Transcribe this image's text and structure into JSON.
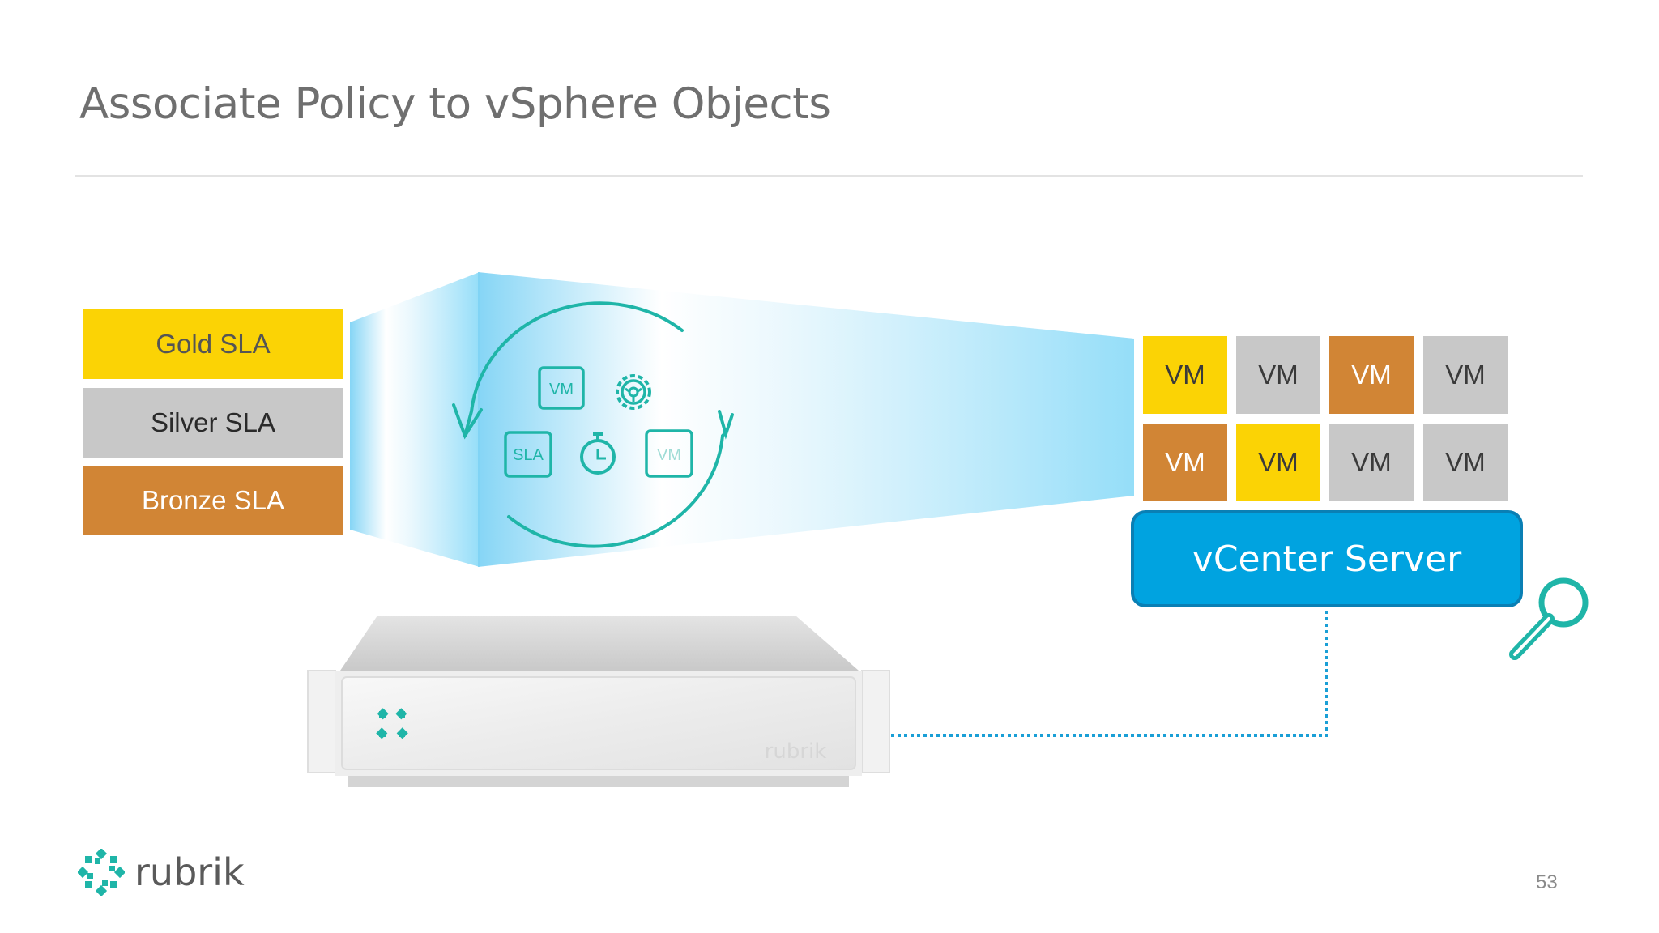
{
  "slide": {
    "title": "Associate Policy to vSphere Objects",
    "page_number": "53"
  },
  "sla_policies": [
    {
      "label": "Gold SLA",
      "color": "#fbd305"
    },
    {
      "label": "Silver SLA",
      "color": "#c8c8c8"
    },
    {
      "label": "Bronze SLA",
      "color": "#d18535"
    }
  ],
  "cycle_icons": {
    "vm_label_1": "VM",
    "sla_label": "SLA",
    "vm_label_2": "VM",
    "icons": [
      "vm-icon",
      "gear-icon",
      "sla-icon",
      "stopwatch-icon",
      "vm-icon",
      "cycle-arrows-icon"
    ]
  },
  "vm_grid": [
    [
      {
        "label": "VM",
        "tier": "gold"
      },
      {
        "label": "VM",
        "tier": "silver"
      },
      {
        "label": "VM",
        "tier": "bronze"
      },
      {
        "label": "VM",
        "tier": "silver"
      }
    ],
    [
      {
        "label": "VM",
        "tier": "bronze"
      },
      {
        "label": "VM",
        "tier": "gold"
      },
      {
        "label": "VM",
        "tier": "silver"
      },
      {
        "label": "VM",
        "tier": "silver"
      }
    ]
  ],
  "vcenter": {
    "label": "vCenter Server"
  },
  "appliance": {
    "brand_text": "rubrik"
  },
  "logo": {
    "wordmark": "rubrik"
  },
  "colors": {
    "gold": "#fbd305",
    "silver": "#c8c8c8",
    "bronze": "#d18535",
    "vcenter_blue": "#00a3e0",
    "teal_accent": "#1fb5a8"
  }
}
